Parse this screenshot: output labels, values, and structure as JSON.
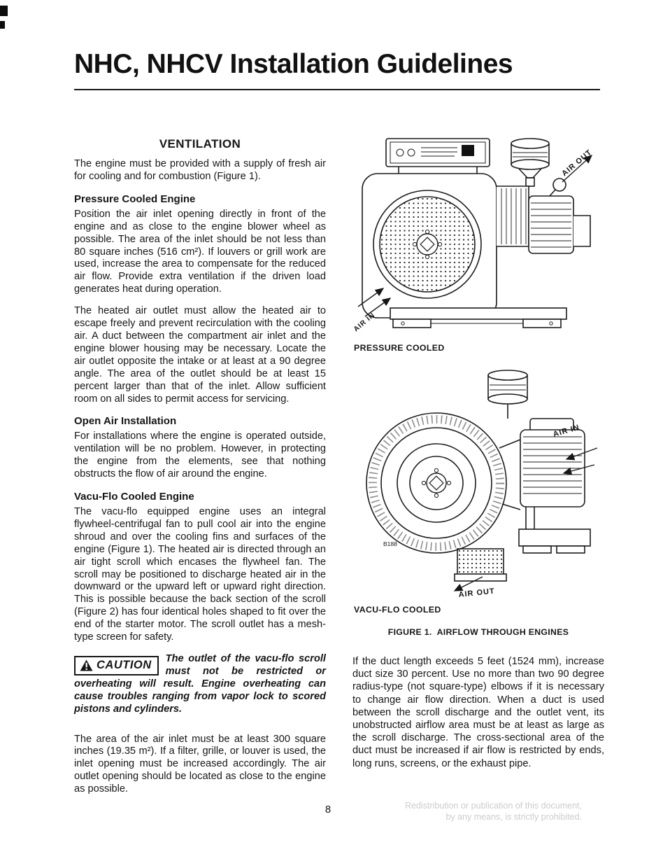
{
  "page": {
    "title": "NHC, NHCV Installation Guidelines",
    "page_number": "8",
    "watermark_line1": "Redistribution or publication of this document,",
    "watermark_line2": "by any means, is strictly prohibited."
  },
  "left": {
    "section_title": "VENTILATION",
    "intro": "The engine must be provided with a supply of fresh air for cooling and for combustion (Figure 1).",
    "pressure": {
      "heading": "Pressure Cooled Engine",
      "p1": "Position the air inlet opening directly in front of the engine and as close to the engine blower wheel as possible. The area of the inlet should be not less than 80 square inches (516 cm²). If louvers or grill work are used, increase the area to compensate for the reduced air flow. Provide extra ventilation if the driven load generates heat during operation.",
      "p2": "The heated air outlet must allow the heated air to escape freely and prevent recirculation with the cooling air. A duct between the compartment air inlet and the engine blower housing may be necessary. Locate the air outlet opposite the intake or at least at a 90 degree angle. The area of the outlet should be at least 15 percent larger than that of the inlet. Allow sufficient room on all sides to permit access for servicing."
    },
    "open_air": {
      "heading": "Open Air Installation",
      "p1": "For installations where the engine is operated outside, ventilation will be no problem. However, in protecting the engine from the elements, see that nothing obstructs the flow of air around the engine."
    },
    "vacu_flo": {
      "heading": "Vacu-Flo Cooled Engine",
      "p1": "The vacu-flo equipped engine uses an integral flywheel-centrifugal fan to pull cool air into the engine shroud and over the cooling fins and surfaces of the engine (Figure 1). The heated air is directed through an air tight scroll which encases the flywheel fan. The scroll may be positioned to discharge heated air in the downward or the upward left or upward right direction. This is possible because the back section of the scroll (Figure 2) has four identical holes shaped to fit over the end of the starter motor. The scroll outlet has a mesh-type screen for safety."
    },
    "caution": {
      "label": "CAUTION",
      "text": "The outlet of the vacu-flo scroll must not be restricted or overheating will result. Engine overheating can cause troubles ranging from vapor lock to scored pistons and cylinders."
    },
    "closing": "The area of the air inlet must be at least 300 square inches (19.35 m²). If a filter, grille, or louver is used, the inlet opening must be increased accordingly. The air outlet opening should be located as close to the engine as possible."
  },
  "right": {
    "figure1_caption": "PRESSURE COOLED",
    "figure2_caption": "VACU-FLO COOLED",
    "figure_label": "FIGURE 1.  AIRFLOW THROUGH ENGINES",
    "labels": {
      "air_out": "AIR OUT",
      "air_in": "AIR IN",
      "b188": "B188"
    },
    "duct_paragraph": "If the duct length exceeds 5 feet (1524 mm), increase duct size 30 percent. Use no more than two 90 degree radius-type (not square-type) elbows if it is necessary to change air flow direction. When a duct is used between the scroll discharge and the outlet vent, its unobstructed airflow area must be at least as large as the scroll discharge. The cross-sectional area of the duct must be increased if air flow is restricted by ends, long runs, screens, or the exhaust pipe."
  }
}
